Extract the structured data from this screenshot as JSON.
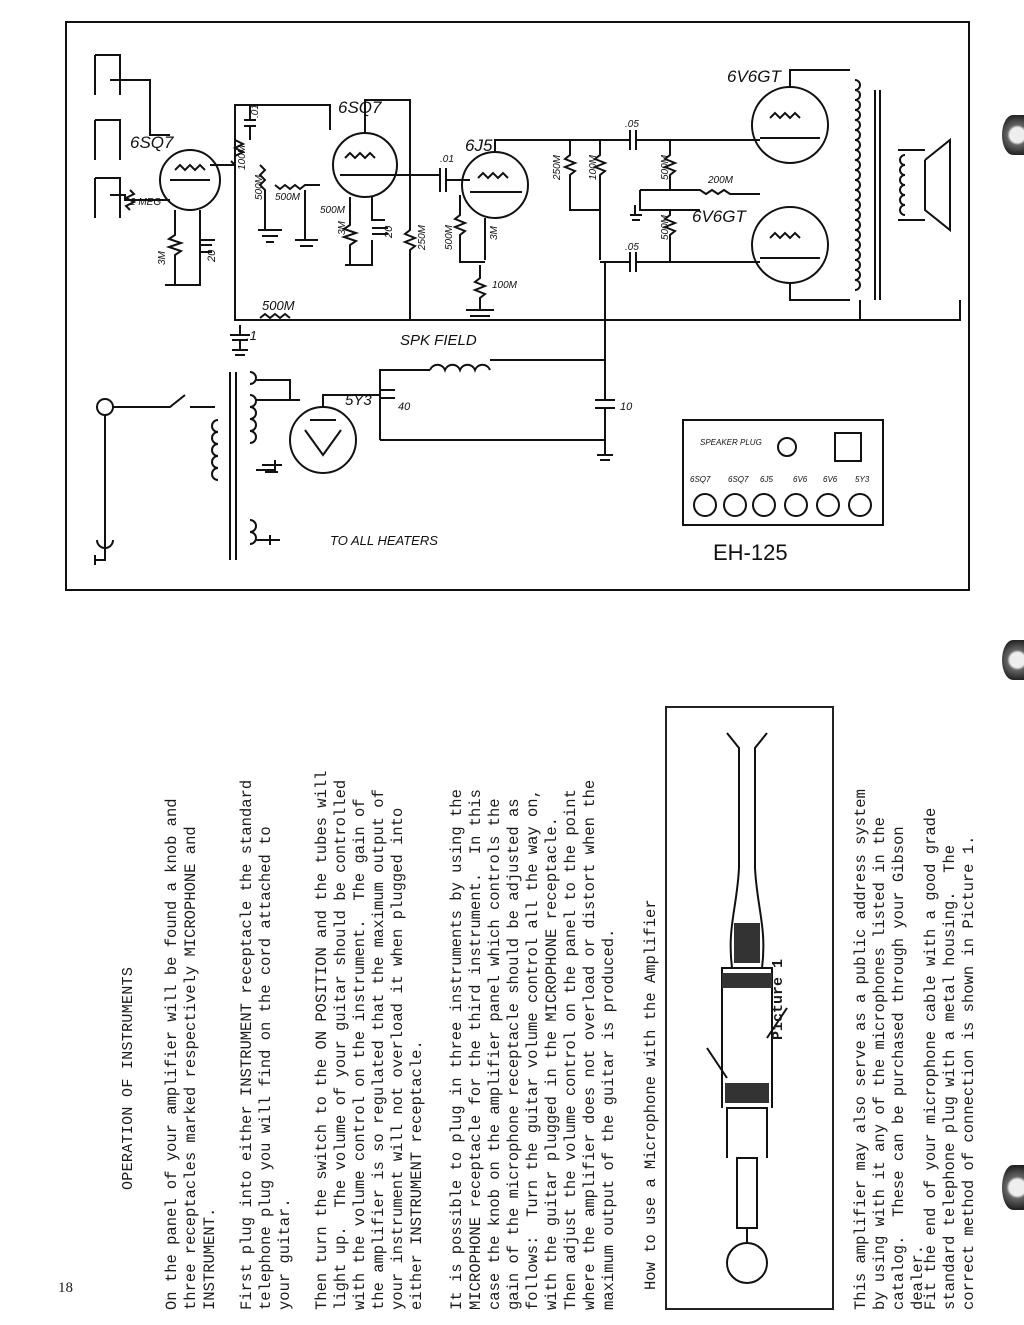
{
  "schematic": {
    "model_label": "EH-125",
    "tube_labels": {
      "v1": "6SQ7",
      "v2": "6SQ7",
      "v3": "6J5",
      "v4": "6V6GT",
      "v5": "6V6GT",
      "rect": "5Y3"
    },
    "component_labels": {
      "c01": ".01",
      "r100m_a": "100M",
      "r500m_a": "500M",
      "r500m_b": "500M",
      "r500m_c": "500M",
      "r2meg": "2 MEG",
      "r3m_a": "3M",
      "c20_a": "20",
      "r3m_b": "3M",
      "c20_b": "20",
      "r250m_a": "250M",
      "c01_b": ".01",
      "r500m_d": "500M",
      "r3m_c": "3M",
      "r100m_b": "100M",
      "r250m_b": "250M",
      "r100m_c": "100M",
      "c05_a": ".05",
      "r500m_e": "500M",
      "r200m": "200M",
      "r500m_f": "500M",
      "c05_b": ".05",
      "r500m_bottom": "500M",
      "c1": ".1",
      "spk_field": "SPK FIELD",
      "c40": "40",
      "c10": "10",
      "heaters": "TO ALL HEATERS",
      "speaker_plug": "SPEAKER PLUG"
    },
    "socket_labels": [
      "6SQ7",
      "6SQ7",
      "6J5",
      "6V6",
      "6V6",
      "5Y3"
    ]
  },
  "text": {
    "heading": "OPERATION OF INSTRUMENTS",
    "p1": "On the panel of your amplifier will be found a knob and\nthree receptacles marked respectively MICROPHONE and\nINSTRUMENT.",
    "p2": "First plug into either INSTRUMENT receptacle the standard\ntelephone plug you will find on the cord attached to\nyour guitar.",
    "p3": "Then turn the switch to the ON POSITION and the tubes will\nlight up.  The volume of your guitar should be controlled\nwith the volume control on the instrument.  The gain of\nthe amplifier is so regulated that the maximum output of\nyour instrument will not overload it when plugged into\neither INSTRUMENT receptacle.",
    "p4": "It is possible to plug in three instruments by using the\nMICROPHONE receptacle for the third instrument.  In this\ncase the knob on the amplifier panel which controls the\ngain of the microphone receptacle should be adjusted as\nfollows:  Turn the guitar volume control all the way on,\nwith the guitar plugged in the MICROPHONE receptacle.\nThen adjust the volume control on the panel to the point\nwhere the amplifier does not overload or distort when the\nmaximum output of the guitar is produced.",
    "mic_heading": "How to use a Microphone with the Amplifier",
    "picture_caption": "Picture 1",
    "p5": "This amplifier may also serve as a public address system\nby using with it any of the microphones listed in the\ncatalog.  These can be purchased through your Gibson\ndealer.",
    "p6": "Fit the end of your microphone cable with a good grade\nstandard telephone plug with a metal housing.  The\ncorrect method of connection is shown in Picture 1."
  },
  "page_number": "18"
}
